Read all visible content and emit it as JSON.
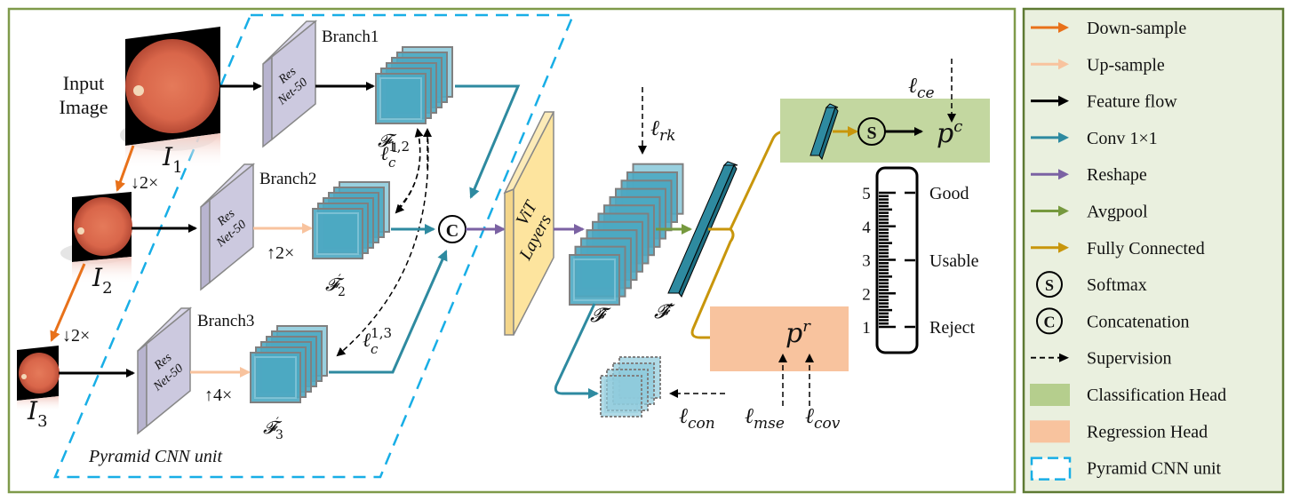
{
  "diagram": {
    "input_label_line1": "Input",
    "input_label_line2": "Image",
    "images": [
      {
        "label": "I",
        "sub": "1"
      },
      {
        "label": "I",
        "sub": "2"
      },
      {
        "label": "I",
        "sub": "3"
      }
    ],
    "downsample_labels": [
      "↓2×",
      "↓2×"
    ],
    "branches": [
      {
        "title": "Branch1",
        "backbone_line1": "Res",
        "backbone_line2": "Net-50",
        "upsample": "",
        "feature": "𝓕",
        "feature_sub": "1",
        "feature_prime": ""
      },
      {
        "title": "Branch2",
        "backbone_line1": "Res",
        "backbone_line2": "Net-50",
        "upsample": "↑2×",
        "feature": "𝓕",
        "feature_sub": "2",
        "feature_prime": "′"
      },
      {
        "title": "Branch3",
        "backbone_line1": "Res",
        "backbone_line2": "Net-50",
        "upsample": "↑4×",
        "feature": "𝓕",
        "feature_sub": "3",
        "feature_prime": "′"
      }
    ],
    "consistency_losses": [
      {
        "base": "ℓ",
        "sup": "1,2",
        "sub": "c"
      },
      {
        "base": "ℓ",
        "sup": "1,3",
        "sub": "c"
      }
    ],
    "pyramid_unit_label": "Pyramid CNN unit",
    "concat_symbol": "C",
    "vit_line1": "ViT",
    "vit_line2": "Layers",
    "rank_loss": {
      "base": "ℓ",
      "sub": "rk"
    },
    "fhat_label": "𝓕̂",
    "fhat_prime_label": "𝓕̂′",
    "contrast_loss": {
      "base": "ℓ",
      "sub": "con"
    },
    "classification": {
      "softmax_symbol": "S",
      "output": {
        "base": "p",
        "sup": "c"
      },
      "loss": {
        "base": "ℓ",
        "sub": "ce"
      }
    },
    "regression": {
      "output": {
        "base": "p",
        "sup": "r"
      },
      "loss_mse": {
        "base": "ℓ",
        "sub": "mse"
      },
      "loss_cov": {
        "base": "ℓ",
        "sub": "cov"
      }
    },
    "scale": {
      "numbers": [
        "5",
        "4",
        "3",
        "2",
        "1"
      ],
      "grades": [
        "Good",
        "Usable",
        "Reject"
      ]
    }
  },
  "legend": {
    "items": [
      {
        "type": "arrow",
        "color": "#E8711A",
        "label": "Down-sample"
      },
      {
        "type": "arrow",
        "color": "#F8C39E",
        "label": "Up-sample"
      },
      {
        "type": "arrow",
        "color": "#000000",
        "label": "Feature flow"
      },
      {
        "type": "arrow",
        "color": "#2E8AA0",
        "label": "Conv 1×1"
      },
      {
        "type": "arrow",
        "color": "#7B62A3",
        "label": "Reshape"
      },
      {
        "type": "arrow",
        "color": "#76993E",
        "label": "Avgpool"
      },
      {
        "type": "arrow",
        "color": "#C8960C",
        "label": "Fully Connected"
      },
      {
        "type": "circle",
        "symbol": "S",
        "label": "Softmax"
      },
      {
        "type": "circle",
        "symbol": "C",
        "label": "Concatenation"
      },
      {
        "type": "dashed-arrow",
        "color": "#000000",
        "label": "Supervision"
      },
      {
        "type": "swatch",
        "color": "#B5CE8D",
        "label": "Classification Head"
      },
      {
        "type": "swatch",
        "color": "#F8C39E",
        "label": "Regression Head"
      },
      {
        "type": "dashed-box",
        "color": "#18AEE6",
        "label": "Pyramid CNN unit"
      }
    ]
  },
  "colors": {
    "frame_border": "#7F9A4A",
    "legend_bg": "#EAF0DF",
    "legend_border": "#5E7A33",
    "pyramid_dash": "#18AEE6",
    "resnet_fill": "#CCC9DF",
    "vit_fill": "#FDE49E",
    "feature_fill": "#4CA8C2",
    "feature_light": "#8ECBDB",
    "cls_head": "#C3D7A0",
    "reg_head": "#F8C39E",
    "retina": "#D9664A"
  }
}
